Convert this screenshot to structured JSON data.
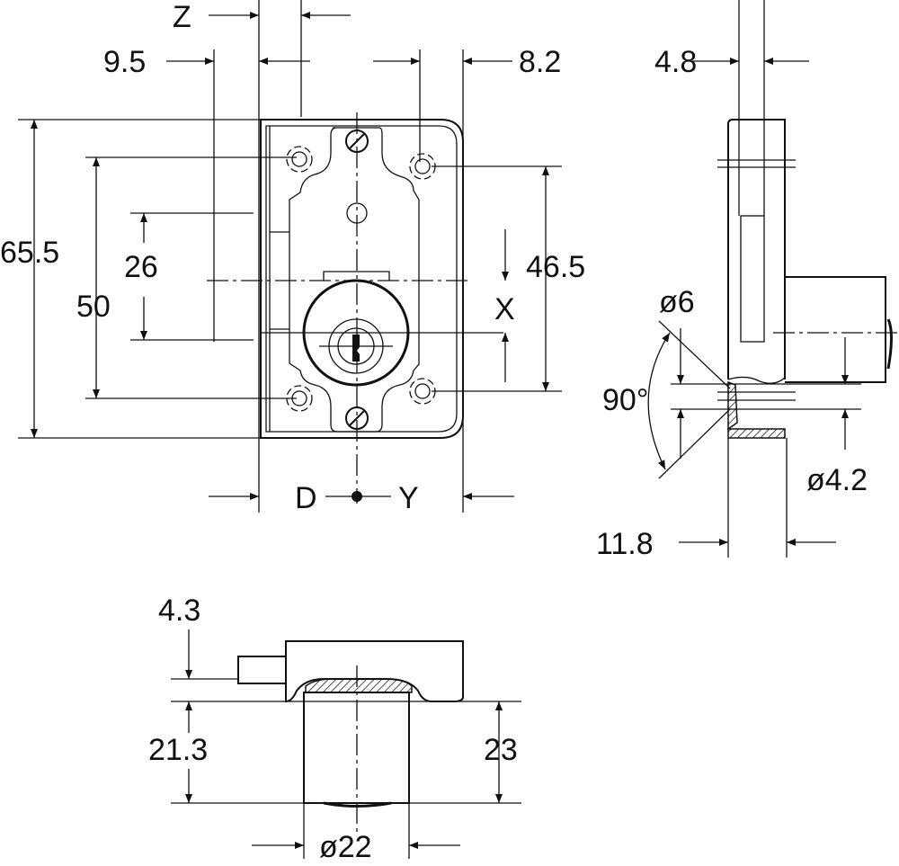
{
  "title": "Cabinet rim lock dimension drawing",
  "dimensions": {
    "z": "Z",
    "d": "D",
    "y": "Y",
    "x": "X",
    "width_left": "9.5",
    "width_right": "8.2",
    "height_total": "65.5",
    "hole_spacing": "50",
    "offset_26": "26",
    "height_46": "46.5",
    "thickness_side": "4.8",
    "depth_side": "11.8",
    "hole_dia": "ø6",
    "countersink_angle": "90°",
    "hole_small_dia": "ø4.2",
    "bottom_thickness": "4.3",
    "cylinder_projection": "21.3",
    "overall_23": "23",
    "cylinder_dia": "ø22"
  },
  "colors": {
    "line": "#111111",
    "background": "#ffffff"
  }
}
